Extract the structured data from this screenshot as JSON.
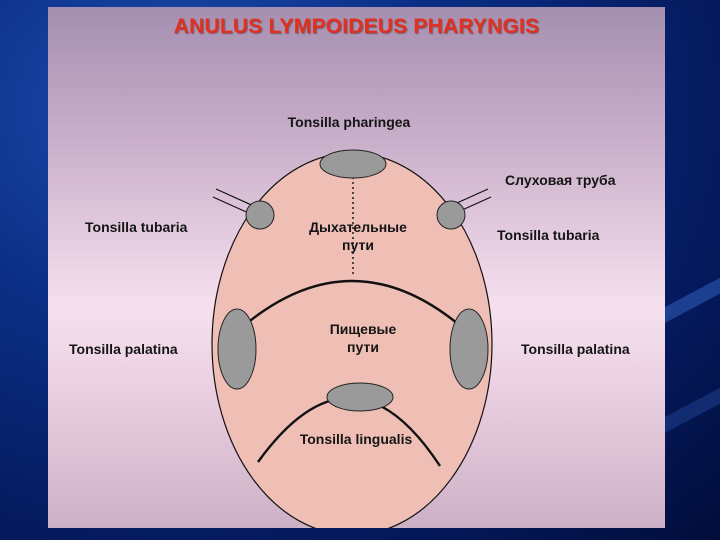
{
  "slide": {
    "title": "ANULUS LYMPOIDEUS PHARYNGIS"
  },
  "diagram": {
    "labels": {
      "pharyngea": "Tonsilla pharingea",
      "auditory_tube": "Слуховая труба",
      "tubaria_left": "Tonsilla tubaria",
      "tubaria_right": "Tonsilla tubaria",
      "respiratory_line1": "Дыхательные",
      "respiratory_line2": "пути",
      "palatina_left": "Tonsilla palatina",
      "palatina_right": "Tonsilla palatina",
      "digestive_line1": "Пищевые",
      "digestive_line2": "пути",
      "lingualis": "Tonsilla lingualis"
    },
    "colors": {
      "cavity": "#efbfb6",
      "tonsil": "#9a9a9a",
      "outline": "#111111",
      "title": "#e03020"
    }
  }
}
